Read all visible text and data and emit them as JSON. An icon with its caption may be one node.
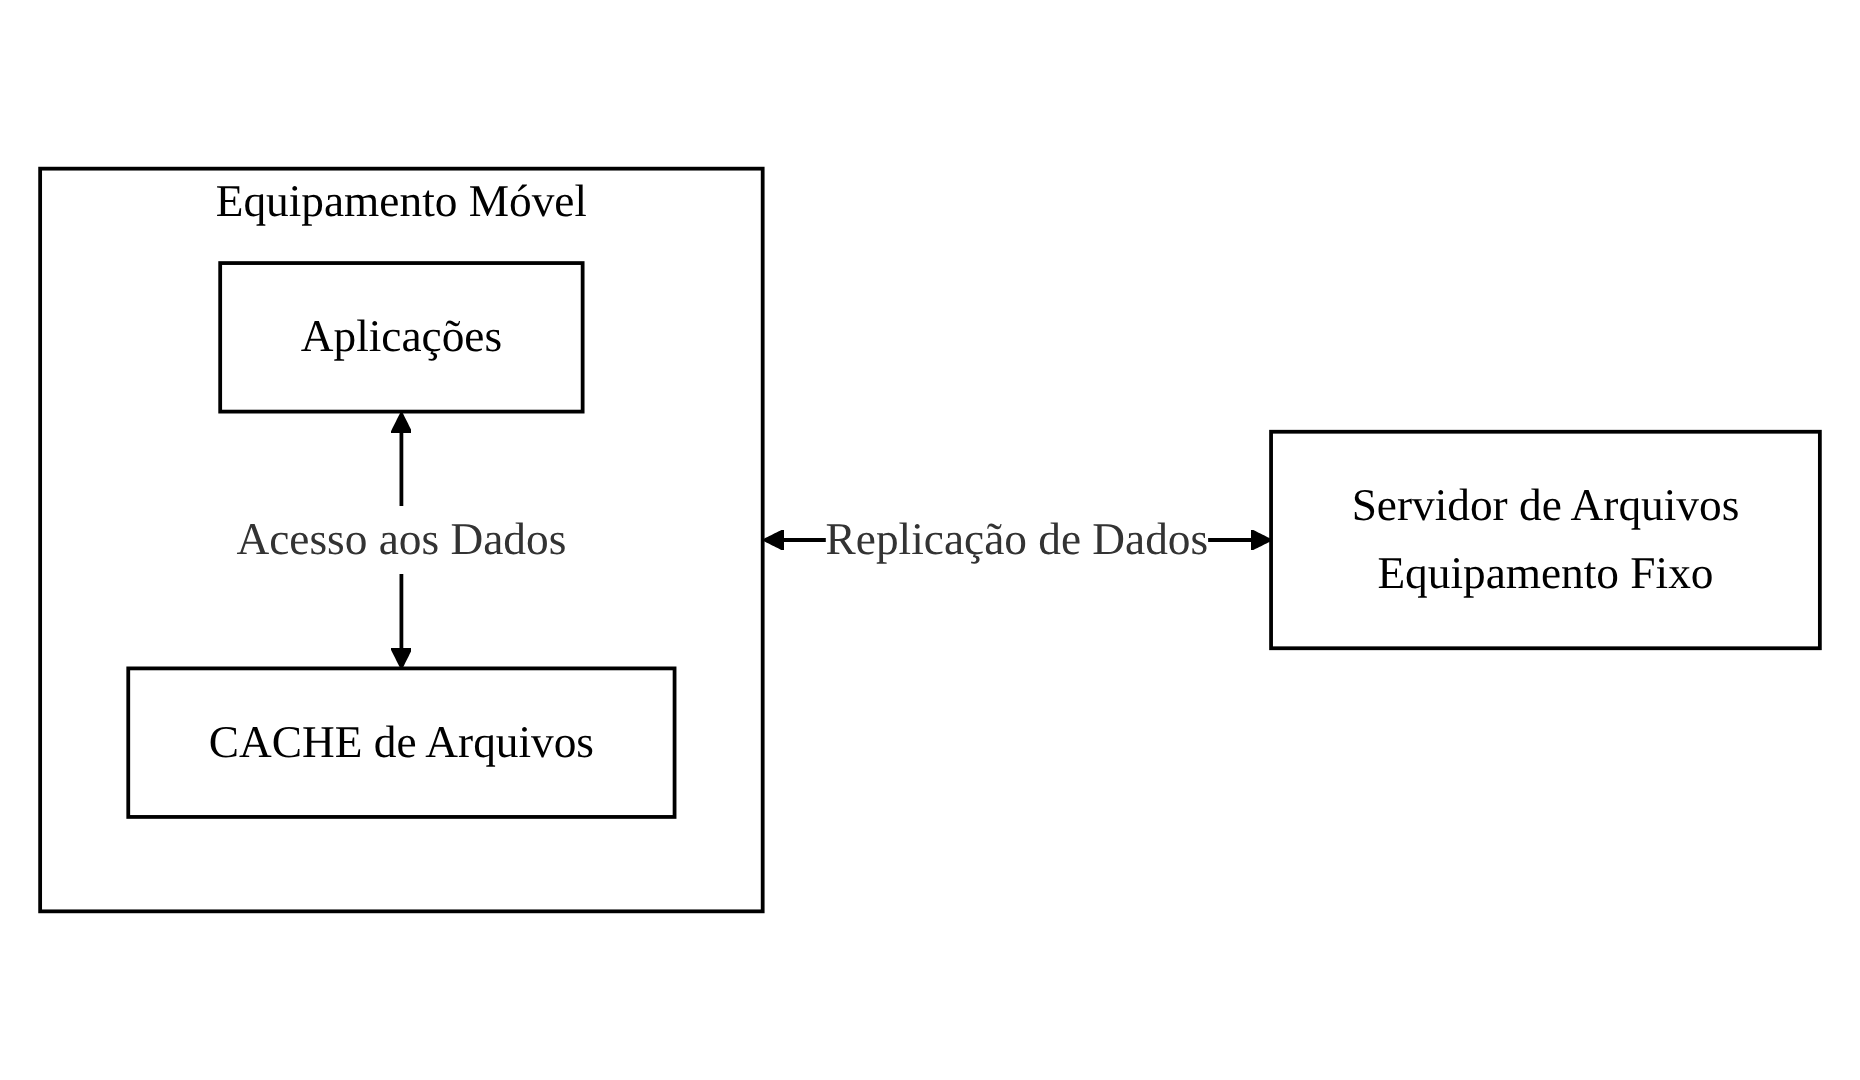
{
  "diagram": {
    "nodes": [
      {
        "text": [
          "Equipamento Móvel"
        ]
      },
      {
        "text": [
          "Aplicações"
        ],
        "in": 0
      },
      {
        "text": [
          "CACHE de Arquivos"
        ],
        "in": 0
      },
      {
        "text": [
          "Servidor de Arquivos",
          "Equipamento Fixo"
        ]
      }
    ],
    "edges": [
      {
        "from": 1,
        "to": 2,
        "arrow": "both",
        "label": "Acesso aos Dados"
      },
      {
        "from": 0,
        "to": 3,
        "arrow": "both",
        "label": "Replicação de Dados"
      }
    ]
  }
}
